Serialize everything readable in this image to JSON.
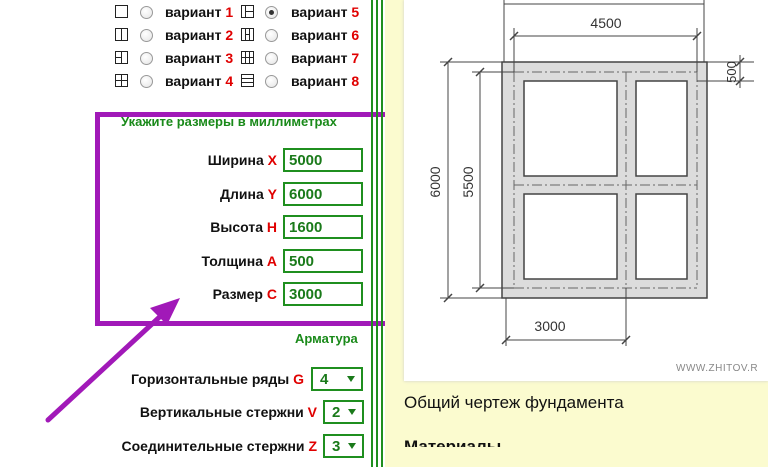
{
  "variants": [
    {
      "word": "вариант",
      "num": "1",
      "checked": false
    },
    {
      "word": "вариант",
      "num": "5",
      "checked": true
    },
    {
      "word": "вариант",
      "num": "2",
      "checked": false
    },
    {
      "word": "вариант",
      "num": "6",
      "checked": false
    },
    {
      "word": "вариант",
      "num": "3",
      "checked": false
    },
    {
      "word": "вариант",
      "num": "7",
      "checked": false
    },
    {
      "word": "вариант",
      "num": "4",
      "checked": false
    },
    {
      "word": "вариант",
      "num": "8",
      "checked": false
    }
  ],
  "dimensions": {
    "title": "Укажите размеры в миллиметрах",
    "fields": [
      {
        "label": "Ширина",
        "var": "X",
        "value": "5000"
      },
      {
        "label": "Длина",
        "var": "Y",
        "value": "6000"
      },
      {
        "label": "Высота",
        "var": "H",
        "value": "1600"
      },
      {
        "label": "Толщина",
        "var": "A",
        "value": "500"
      },
      {
        "label": "Размер",
        "var": "C",
        "value": "3000"
      }
    ]
  },
  "rebar": {
    "title": "Арматура",
    "fields": [
      {
        "label": "Горизонтальные ряды",
        "var": "G",
        "value": "4"
      },
      {
        "label": "Вертикальные стержни",
        "var": "V",
        "value": "2"
      },
      {
        "label": "Соединительные стержни",
        "var": "Z",
        "value": "3"
      }
    ]
  },
  "drawing": {
    "dim_width": "4500",
    "dim_thickness": "500",
    "dim_total_length": "6000",
    "dim_inner_length": "5500",
    "dim_size_c": "3000",
    "watermark": "WWW.ZHITOV.R"
  },
  "caption": "Общий чертеж фундамента",
  "caption2": "Материалы",
  "colors": {
    "accent_green": "#1f8f1f",
    "highlight_purple": "#a119b8",
    "var_red": "#e00000",
    "panel_yellow": "#fbfbcf"
  }
}
